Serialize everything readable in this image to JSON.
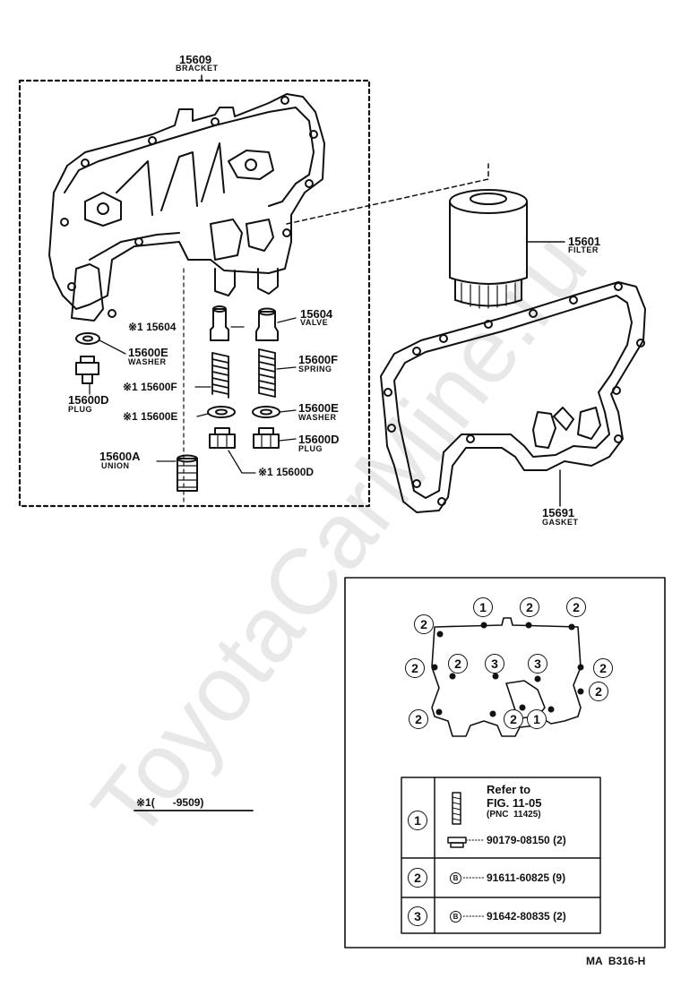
{
  "watermark": "ToyotaCarMine.ru",
  "parts": {
    "bracket": {
      "num": "15609",
      "name": "BRACKET"
    },
    "filter": {
      "num": "15601",
      "name": "FILTER"
    },
    "valve": {
      "num": "15604",
      "name": "VALVE"
    },
    "valve_alt": {
      "num": "※1 15604"
    },
    "washer_left": {
      "num": "15600E",
      "name": "WASHER"
    },
    "plug_left": {
      "num": "15600D",
      "name": "PLUG"
    },
    "spring": {
      "num": "15600F",
      "name": "SPRING"
    },
    "spring_alt": {
      "num": "※1 15600F"
    },
    "washer": {
      "num": "15600E",
      "name": "WASHER"
    },
    "washer_alt": {
      "num": "※1 15600E"
    },
    "plug": {
      "num": "15600D",
      "name": "PLUG"
    },
    "plug_alt": {
      "num": "※1 15600D"
    },
    "union": {
      "num": "15600A",
      "name": "UNION"
    },
    "gasket": {
      "num": "15691",
      "name": "GASKET"
    }
  },
  "note": {
    "text": "※1(      -9509)"
  },
  "inset": {
    "callouts": [
      "2",
      "1",
      "2",
      "2",
      "2",
      "2",
      "3",
      "3",
      "2",
      "2",
      "2",
      "2",
      "1"
    ],
    "table": {
      "rows": [
        {
          "key": "1",
          "refer": "Refer to",
          "fig": "FIG. 11-05",
          "pnc": "(PNC  11425)",
          "part": "90179-08150 (2)"
        },
        {
          "key": "2",
          "mark": "B",
          "part": "91611-60825 (9)"
        },
        {
          "key": "3",
          "mark": "B",
          "part": "91642-80835 (2)"
        }
      ]
    }
  },
  "footer": {
    "code": "MA  B316-H"
  }
}
